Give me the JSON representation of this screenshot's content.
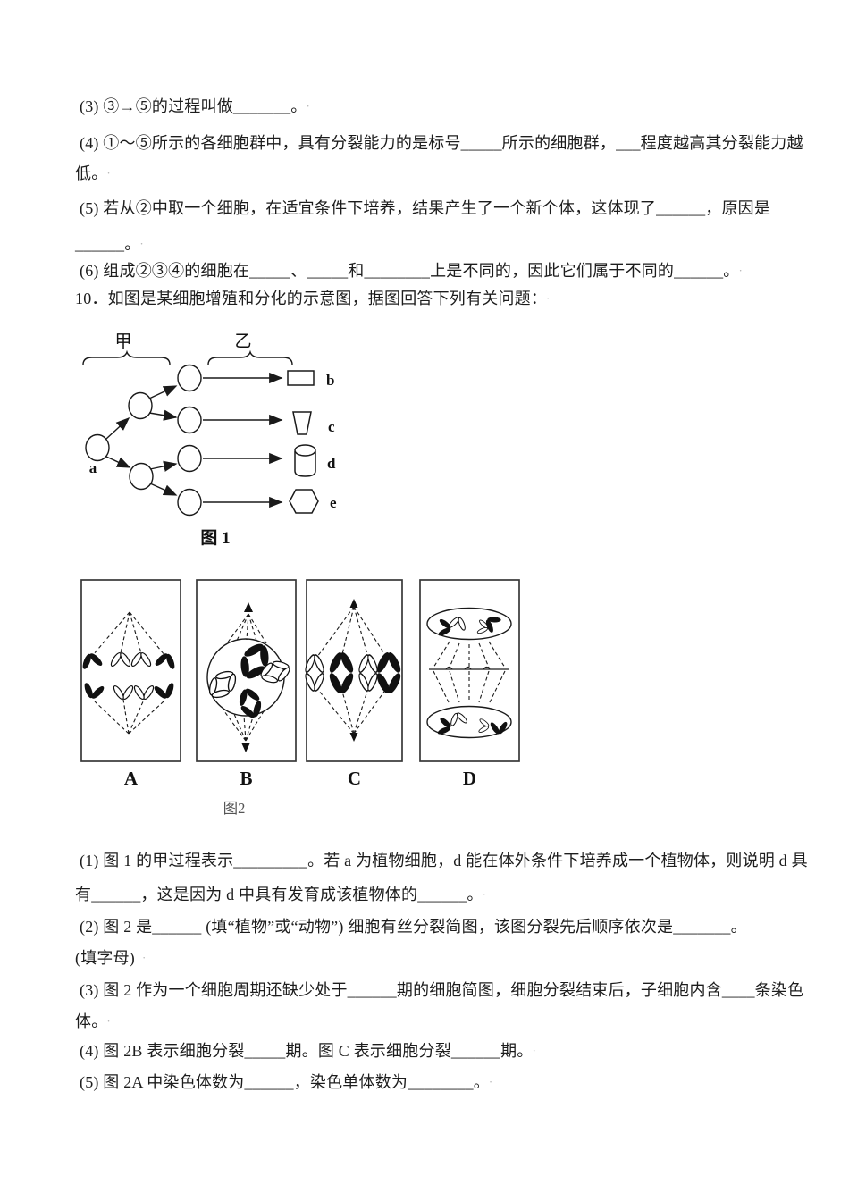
{
  "colors": {
    "ink": "#1d1d1d",
    "artifact_gray": "#b3b3b3",
    "background": "#ffffff"
  },
  "questions_top": [
    {
      "t": "(3) ③→⑤的过程叫做_______。",
      "d": "·"
    },
    {
      "t": "(4) ①～⑤所示的各细胞群中，具有分裂能力的是标号_____所示的细胞群，___程度越高其分裂能力越",
      "d": ""
    },
    {
      "t": "低。",
      "d": "·"
    },
    {
      "t": "(5) 若从②中取一个细胞，在适宜条件下培养，结果产生了一个新个体，这体现了______，原因是",
      "d": ""
    },
    {
      "t": "______。",
      "d": "·"
    },
    {
      "t": "(6) 组成②③④的细胞在_____、_____和________上是不同的，因此它们属于不同的______。",
      "d": "·"
    },
    {
      "t": "10．如图是某细胞增殖和分化的示意图，据图回答下列有关问题：",
      "d": "·"
    }
  ],
  "figure1": {
    "group_left_label": "甲",
    "group_right_label": "乙",
    "start_cell_label": "a",
    "result_labels": [
      "b",
      "c",
      "d",
      "e"
    ],
    "caption": "图 1"
  },
  "figure2": {
    "panel_labels": [
      "A",
      "B",
      "C",
      "D"
    ],
    "caption": "图2"
  },
  "questions_bottom": [
    {
      "t": "(1) 图 1 的甲过程表示_________。若 a 为植物细胞，d 能在体外条件下培养成一个植物体，则说明 d 具",
      "d": ""
    },
    {
      "t": "有______，这是因为 d 中具有发育成该植物体的______。",
      "d": "·"
    },
    {
      "t": "(2) 图 2 是______ (填“植物”或“动物”) 细胞有丝分裂简图，该图分裂先后顺序依次是_______。",
      "d": ""
    },
    {
      "t": "(填字母)",
      "d": "·"
    },
    {
      "t": "(3) 图 2 作为一个细胞周期还缺少处于______期的细胞简图，细胞分裂结束后，子细胞内含____条染色",
      "d": ""
    },
    {
      "t": "体。",
      "d": "·"
    },
    {
      "t": "(4) 图 2B 表示细胞分裂_____期。图 C 表示细胞分裂______期。",
      "d": "·"
    },
    {
      "t": "(5) 图 2A 中染色体数为______，染色单体数为________。",
      "d": "·"
    }
  ]
}
